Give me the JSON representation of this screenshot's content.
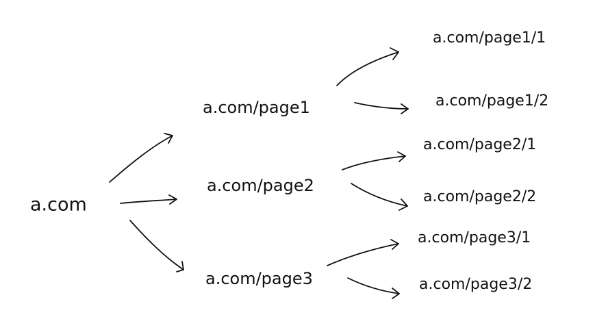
{
  "colors": {
    "ink": "#111111",
    "background": "#ffffff"
  },
  "nodes": {
    "root": {
      "label": "a.com"
    },
    "page1": {
      "label": "a.com/page1"
    },
    "page2": {
      "label": "a.com/page2"
    },
    "page3": {
      "label": "a.com/page3"
    },
    "page1_1": {
      "label": "a.com/page1/1"
    },
    "page1_2": {
      "label": "a.com/page1/2"
    },
    "page2_1": {
      "label": "a.com/page2/1"
    },
    "page2_2": {
      "label": "a.com/page2/2"
    },
    "page3_1": {
      "label": "a.com/page3/1"
    },
    "page3_2": {
      "label": "a.com/page3/2"
    }
  },
  "edges": [
    {
      "from": "root",
      "to": "page1"
    },
    {
      "from": "root",
      "to": "page2"
    },
    {
      "from": "root",
      "to": "page3"
    },
    {
      "from": "page1",
      "to": "page1_1"
    },
    {
      "from": "page1",
      "to": "page1_2"
    },
    {
      "from": "page2",
      "to": "page2_1"
    },
    {
      "from": "page2",
      "to": "page2_2"
    },
    {
      "from": "page3",
      "to": "page3_1"
    },
    {
      "from": "page3",
      "to": "page3_2"
    }
  ]
}
